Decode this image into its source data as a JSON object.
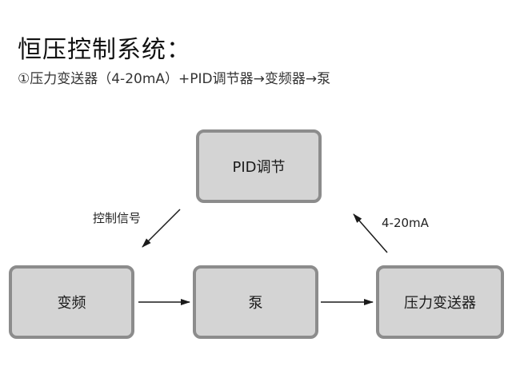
{
  "header": {
    "title": "恒压控制系统：",
    "subtitle": "①压力变送器（4-20mA）+PID调节器→变频器→泵"
  },
  "diagram": {
    "nodes": {
      "pid": "PID调节",
      "vfd": "变频",
      "pump": "泵",
      "pressure": "压力变送器"
    },
    "edge_labels": {
      "control_signal": "控制信号",
      "current_signal": "4-20mA"
    },
    "colors": {
      "box_fill": "#d4d4d4",
      "box_border": "#8c8c8c",
      "arrow": "#1a1a1a"
    }
  }
}
